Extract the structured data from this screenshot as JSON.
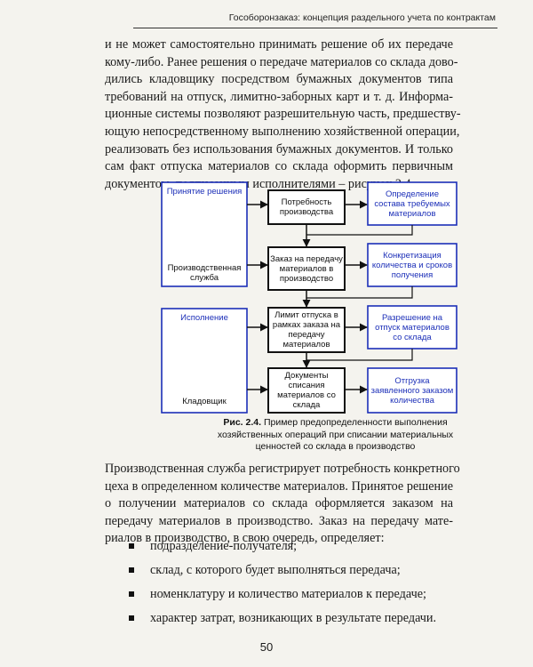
{
  "header": {
    "running_title": "Гособоронзаказ: концепция раздельного учета по контрактам"
  },
  "paragraph1": [
    "и не может самостоятельно принимать решение об их передаче",
    "кому-либо. Ранее решения о передаче материалов со склада дово-",
    "дились кладовщику посредством бумажных документов типа",
    "требований на отпуск, лимитно-заборных карт и т. д. Информа-",
    "ционные системы позволяют разрешительную часть, предшеству-",
    "ющую непосредственному выполнению хозяйственной операции,",
    "реализовать без использования бумажных документов. И только",
    "сам факт отпуска материалов со склада оформить первичным",
    "документом, подписанным исполнителями – рисунок 2.4."
  ],
  "diagram": {
    "left_group1": {
      "top": "Принятие решения",
      "bottom": "Производственная служба"
    },
    "left_group2": {
      "top": "Исполнение",
      "bottom": "Кладовщик"
    },
    "center": [
      "Потребность производства",
      "Заказ на передачу материалов в производство",
      "Лимит отпуска в рамках заказа на передачу материалов",
      "Документы списания материалов со склада"
    ],
    "right": [
      "Определение состава требуемых материалов",
      "Конкретизация количества и сроков получения",
      "Разрешение на отпуск материалов со склада",
      "Отгрузка заявленного заказом количества"
    ],
    "colors": {
      "blue": "#1c2fb8",
      "black": "#111111"
    }
  },
  "caption": {
    "label": "Рис. 2.4.",
    "text": "Пример предопределенности выполнения хозяйственных операций при списании материальных ценностей со склада в производство"
  },
  "paragraph2": [
    "Производственная служба регистрирует потребность конкретного",
    "цеха в определенном количестве материалов. Принятое решение",
    "о получении материалов со склада оформляется заказом на",
    "передачу материалов в производство. Заказ на передачу мате-",
    "риалов в производство, в свою очередь, определяет:"
  ],
  "bullets": [
    "подразделение-получателя;",
    "склад, с которого будет выполняться передача;",
    "номенклатуру и количество материалов к передаче;",
    "характер затрат, возникающих в результате передачи."
  ],
  "page_number": "50"
}
